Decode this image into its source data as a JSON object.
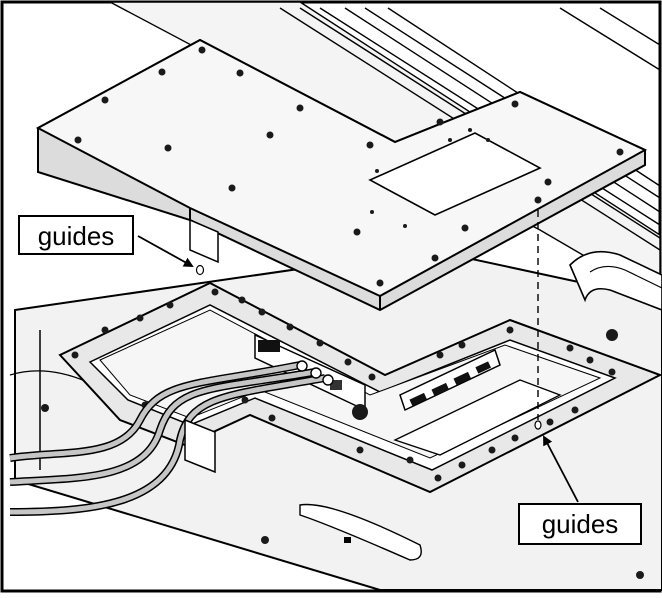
{
  "figure": {
    "callouts": [
      {
        "id": "left",
        "text": "guides"
      },
      {
        "id": "right",
        "text": "guides"
      }
    ],
    "colors": {
      "line": "#000000",
      "background": "#ffffff",
      "plate": "#f7f7f7",
      "bezel": "#f2f2f2",
      "cable": "#bdbdbd",
      "hole": "#1a1a1a"
    }
  }
}
